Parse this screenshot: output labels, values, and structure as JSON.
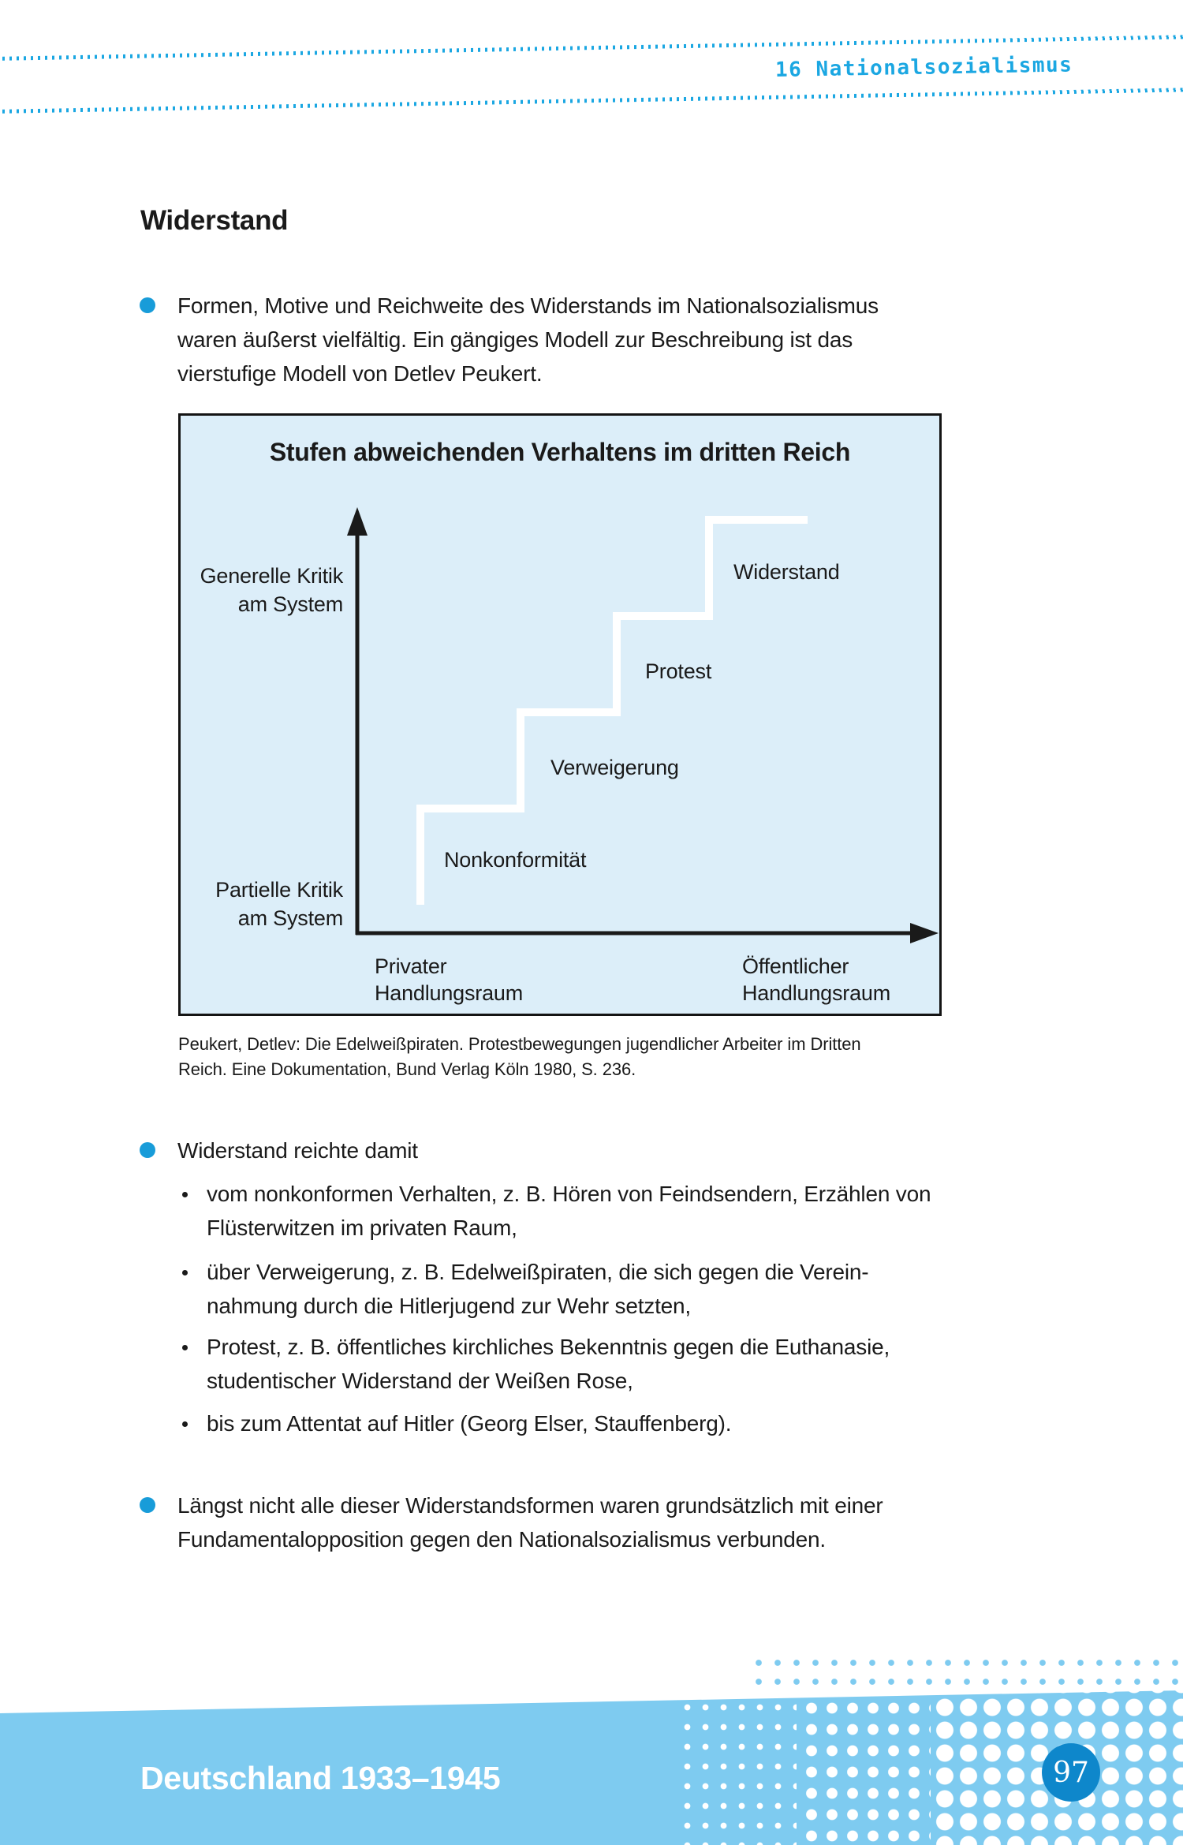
{
  "header": {
    "chapter_label": "16 Nationalsozialismus"
  },
  "title": "Widerstand",
  "intro": {
    "lines": [
      "Formen, Motive und Reichweite des Widerstands im Nationalsozialismus",
      "waren äußerst vielfältig. Ein gängiges Modell zur Beschreibung ist das",
      "vierstufige Modell von Detlev Peukert."
    ]
  },
  "figure": {
    "title": "Stufen abweichenden Verhaltens im dritten Reich",
    "y_axis": {
      "top_label": [
        "Generelle Kritik",
        "am System"
      ],
      "bottom_label": [
        "Partielle Kritik",
        "am System"
      ]
    },
    "x_axis": {
      "left_label": [
        "Privater",
        "Handlungsraum"
      ],
      "right_label": [
        "Öffentlicher",
        "Handlungsraum"
      ]
    },
    "steps": [
      "Nonkonformität",
      "Verweigerung",
      "Protest",
      "Widerstand"
    ],
    "caption": [
      "Peukert, Detlev: Die Edelweißpiraten. Protestbewegungen jugendlicher Arbeiter im Dritten",
      "Reich. Eine Dokumentation, Bund Verlag Köln 1980, S. 236."
    ]
  },
  "resistance": {
    "lead": "Widerstand reichte damit",
    "items": [
      {
        "lines": [
          "vom nonkonformen Verhalten, z. B. Hören von Feindsendern, Erzählen von",
          "Flüsterwitzen im privaten Raum,"
        ]
      },
      {
        "lines": [
          "über Verweigerung, z. B. Edelweißpiraten, die sich gegen die Verein-",
          "nahmung durch die Hitlerjugend zur Wehr setzten,"
        ]
      },
      {
        "lines": [
          "Protest, z. B. öffentliches kirchliches Bekenntnis gegen die Euthanasie,",
          "studentischer Widerstand der Weißen Rose,"
        ]
      },
      {
        "lines": [
          "bis zum Attentat auf Hitler (Georg Elser, Stauffenberg)."
        ]
      }
    ]
  },
  "closing": {
    "lines": [
      "Längst nicht alle dieser Widerstandsformen waren grundsätzlich mit einer",
      "Fundamentalopposition gegen den Nationalsozialismus verbunden."
    ]
  },
  "footer": {
    "series_title": "Deutschland 1933–1945",
    "page_number": "97"
  },
  "colors": {
    "accent_cyan": "#1ba7e2",
    "bullet_blue": "#189cd9",
    "figure_background": "#dceef9",
    "band_blue": "#7ecbf0",
    "badge_blue": "#0e87cb"
  }
}
